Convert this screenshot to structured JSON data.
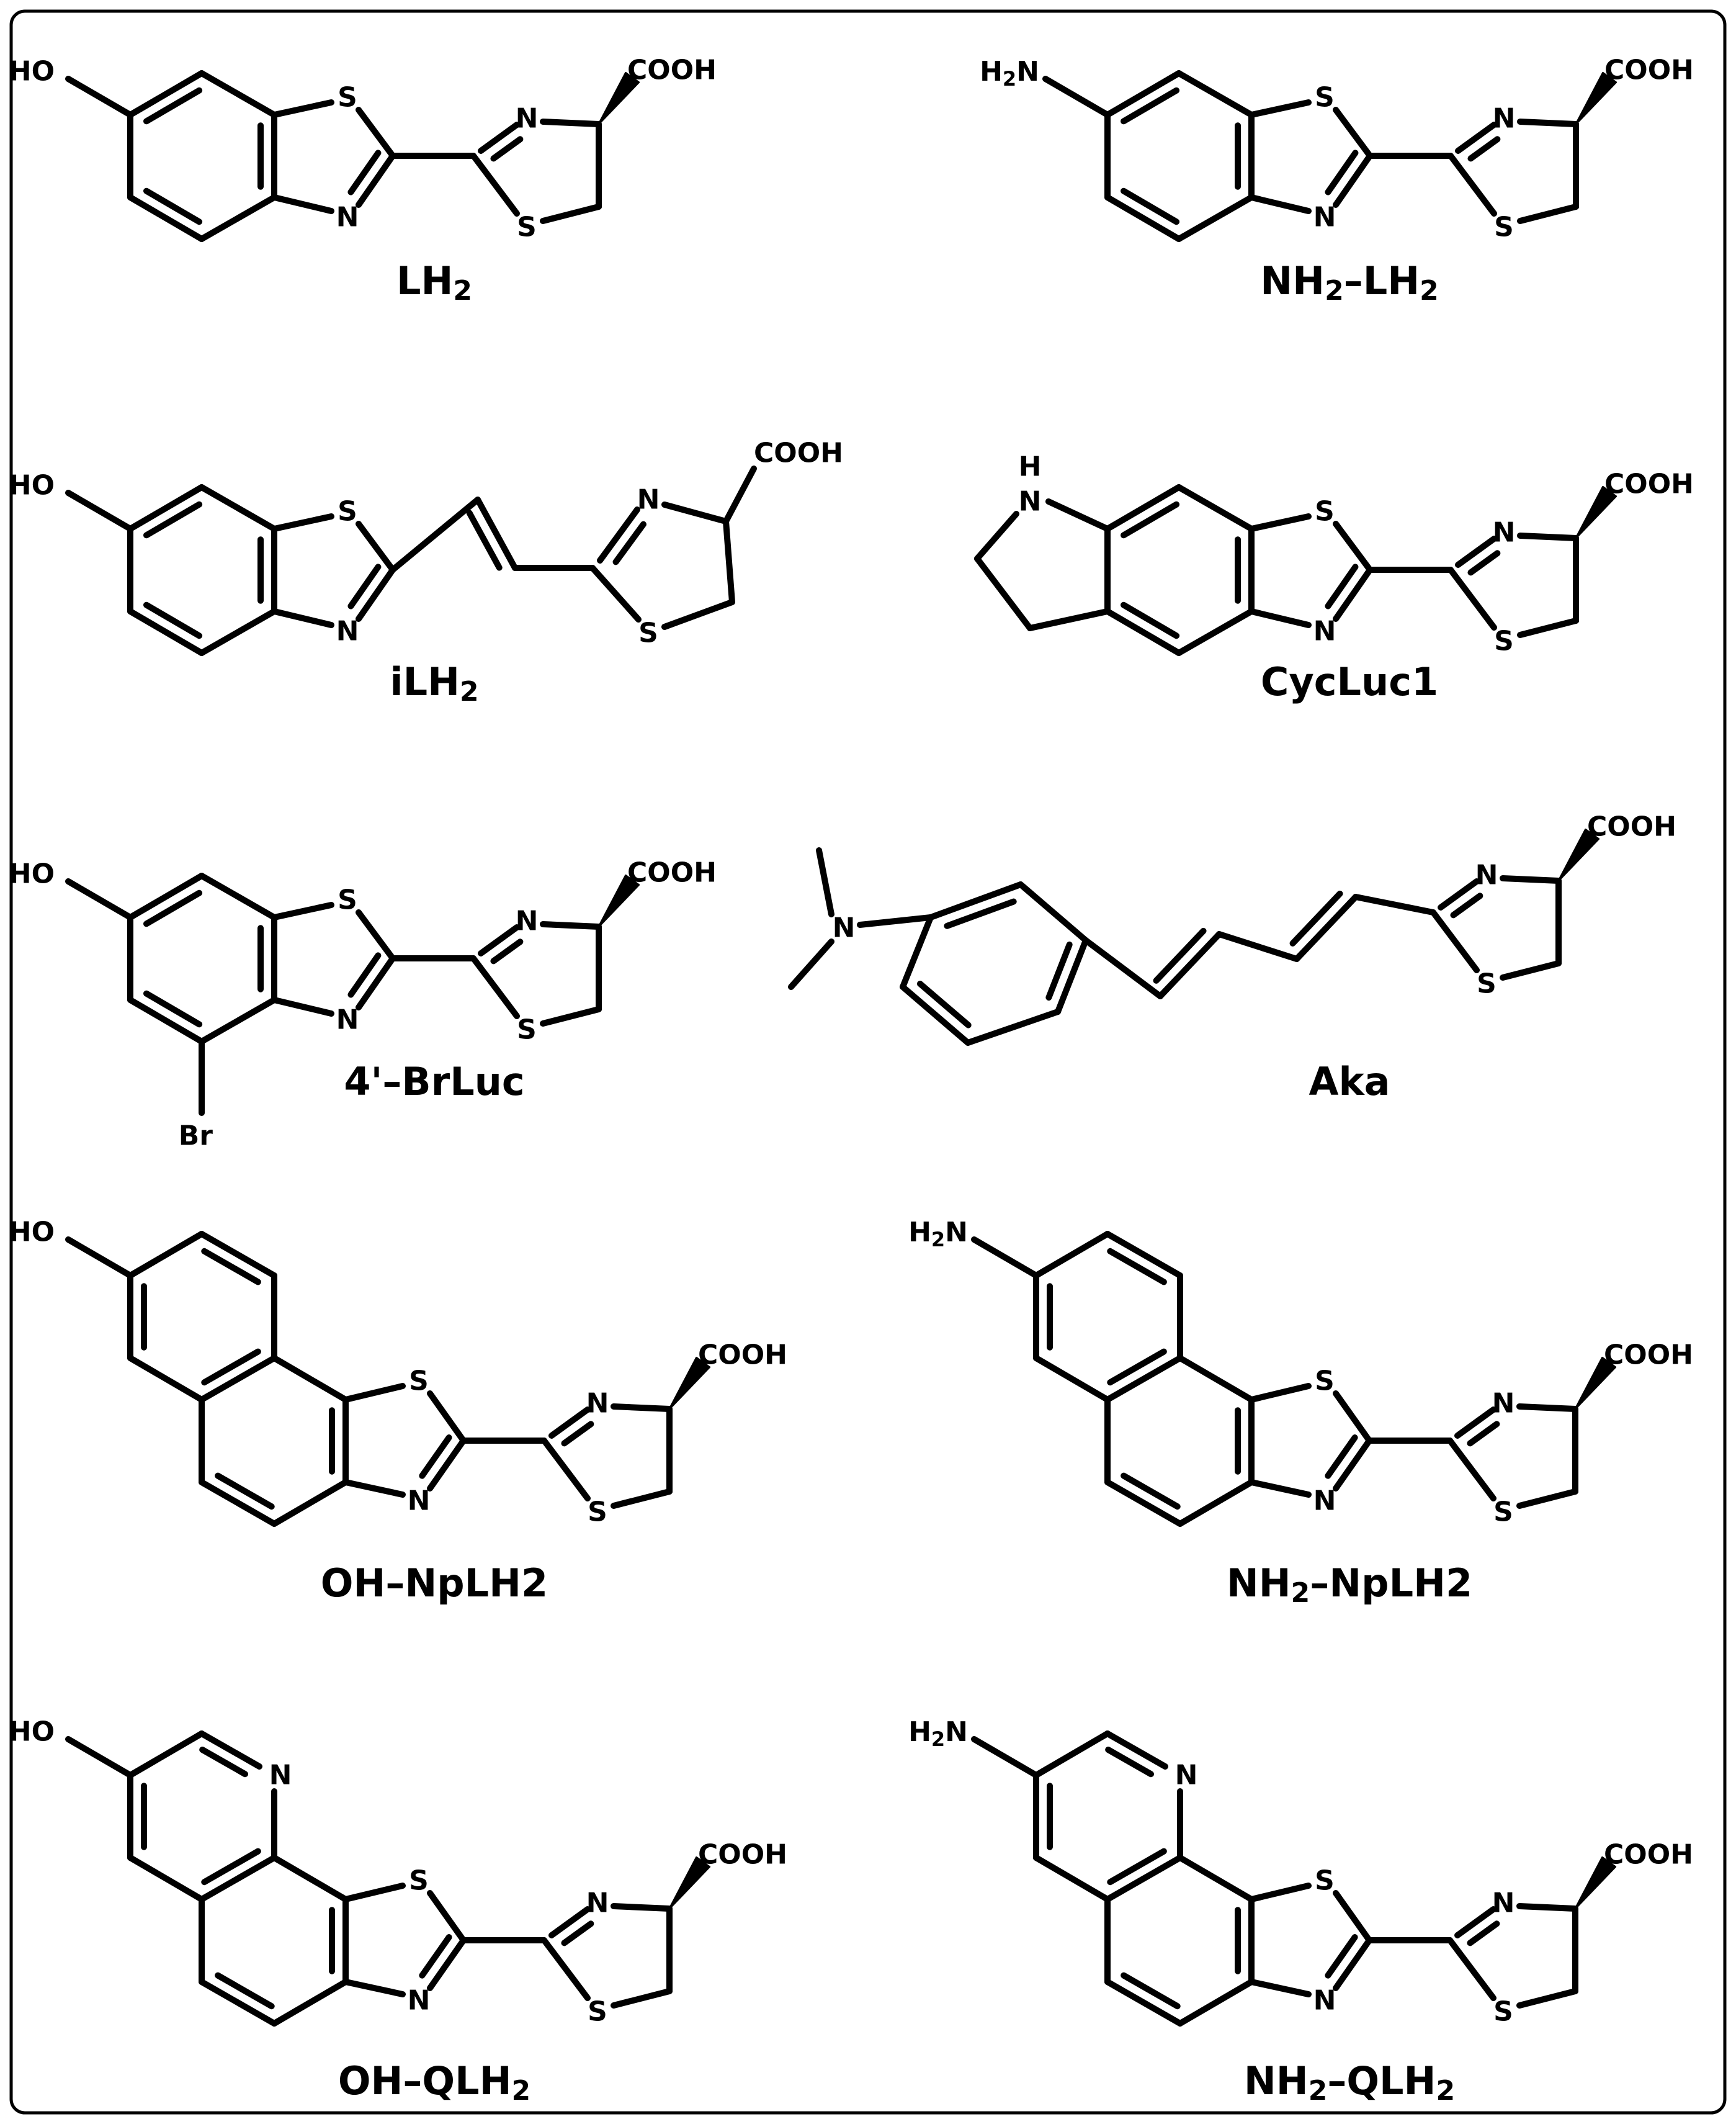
{
  "atoms": {
    "hydroxyl": "HO",
    "amino_h": "H",
    "amino_sub": "2",
    "amino_n": "N",
    "sulfur": "S",
    "nitrogen": "N",
    "acid": "COOH",
    "bromine": "Br",
    "hydrogen": "H"
  },
  "compounds": [
    {
      "id": "lh2",
      "name": "LH",
      "sub": "2",
      "tail": ""
    },
    {
      "id": "nh2-lh2",
      "name": "NH",
      "sub": "2",
      "tail": "–LH",
      "sub2": "2"
    },
    {
      "id": "ilh2",
      "name": "iLH",
      "sub": "2",
      "tail": ""
    },
    {
      "id": "cycluc1",
      "name": "CycLuc1",
      "sub": "",
      "tail": ""
    },
    {
      "id": "brluc",
      "name": "4'–BrLuc",
      "sub": "",
      "tail": ""
    },
    {
      "id": "aka",
      "name": "Aka",
      "sub": "",
      "tail": ""
    },
    {
      "id": "oh-nplh2",
      "name": "OH–NpLH2",
      "sub": "",
      "tail": ""
    },
    {
      "id": "nh2-nplh2",
      "name": "NH",
      "sub": "2",
      "tail": "–NpLH2"
    },
    {
      "id": "oh-qlh2",
      "name": "OH–QLH",
      "sub": "2",
      "tail": ""
    },
    {
      "id": "nh2-qlh2",
      "name": "NH",
      "sub": "2",
      "tail": "–QLH",
      "sub2": "2"
    }
  ]
}
